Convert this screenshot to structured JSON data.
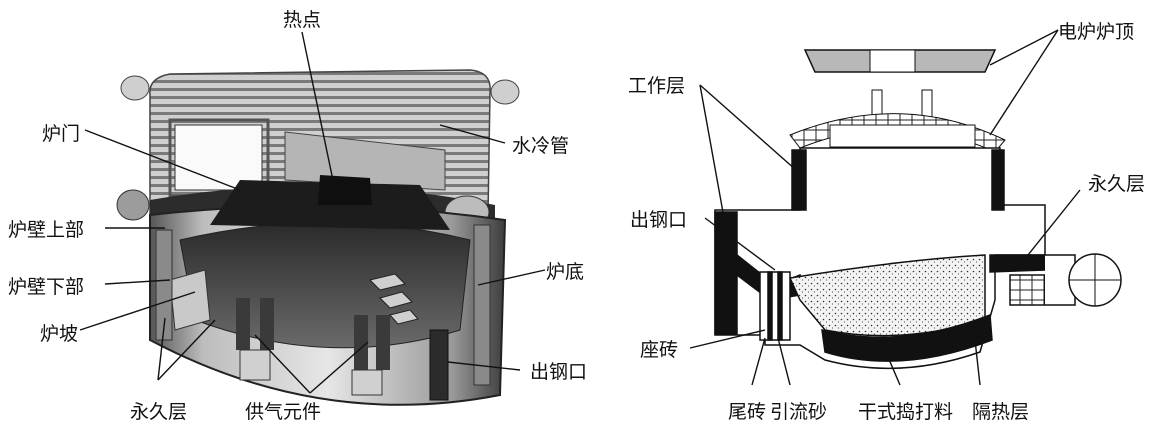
{
  "left_diagram": {
    "labels": {
      "hot_spot": "热点",
      "furnace_door": "炉门",
      "water_cooled_pipe": "水冷管",
      "upper_wall": "炉壁上部",
      "lower_wall": "炉壁下部",
      "furnace_bottom": "炉底",
      "slope": "炉坡",
      "tap_hole": "出钢口",
      "permanent_layer": "永久层",
      "gas_supply_element": "供气元件"
    }
  },
  "right_diagram": {
    "labels": {
      "roof": "电炉炉顶",
      "working_layer": "工作层",
      "permanent_layer": "永久层",
      "tap_hole": "出钢口",
      "seat_brick": "座砖",
      "tail_brick": "尾砖",
      "drainage_sand": "引流砂",
      "dry_ramming_mix": "干式捣打料",
      "insulation_layer": "隔热层"
    }
  }
}
